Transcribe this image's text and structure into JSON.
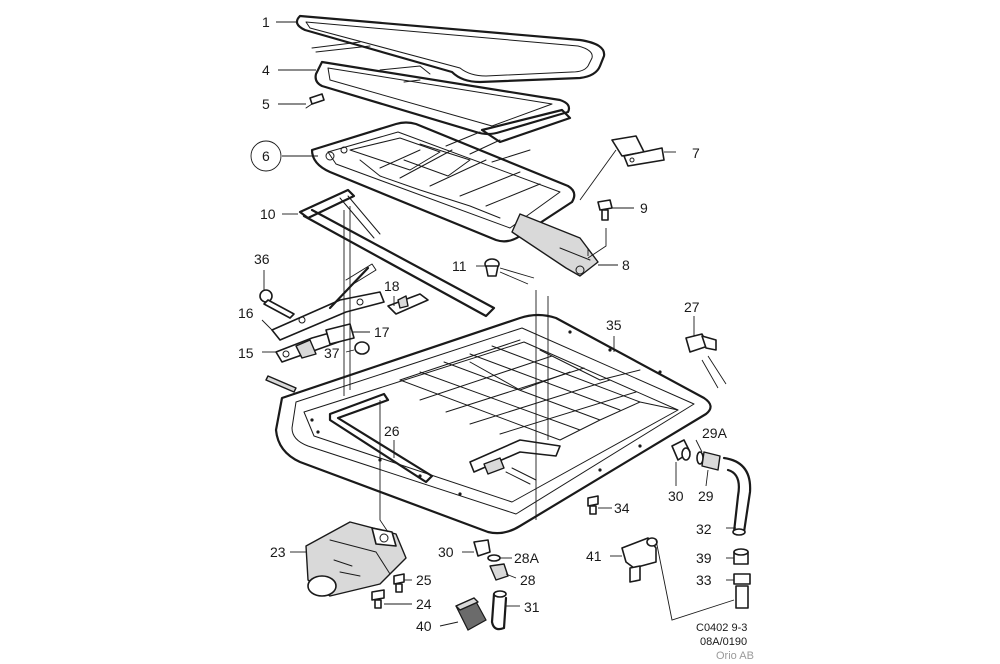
{
  "callouts": {
    "c1": "1",
    "c4": "4",
    "c5": "5",
    "c6": "6",
    "c7": "7",
    "c9": "9",
    "c10": "10",
    "c11": "11",
    "c8": "8",
    "c36": "36",
    "c18": "18",
    "c27": "27",
    "c16": "16",
    "c17": "17",
    "c35": "35",
    "c15": "15",
    "c37": "37",
    "c26": "26",
    "c29a": "29A",
    "c30r": "30",
    "c29": "29",
    "c34": "34",
    "c32": "32",
    "c23": "23",
    "c30b": "30",
    "c28a": "28A",
    "c41": "41",
    "c39": "39",
    "c28": "28",
    "c25": "25",
    "c33": "33",
    "c24": "24",
    "c31": "31",
    "c40": "40"
  },
  "reference": {
    "code": "C0402 9-3",
    "number": "08A/0190",
    "company": "Orio AB"
  }
}
